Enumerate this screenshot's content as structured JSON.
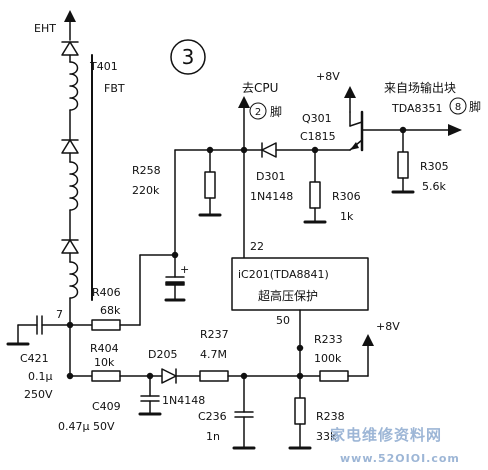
{
  "labels": {
    "eht": "EHT",
    "t401": "T401",
    "fbt": "FBT",
    "section": "3",
    "to_cpu": "去CPU",
    "to_cpu_pin_num": "2",
    "to_cpu_pin_word": "脚",
    "v8_top": "+8V",
    "q301": "Q301",
    "c1815": "C1815",
    "from_field": "来自场输出块",
    "tda8351": "TDA8351",
    "tda8351_pin_num": "8",
    "tda8351_pin_word": "脚",
    "r258": "R258",
    "r258_val": "220k",
    "d301": "D301",
    "d301_val": "1N4148",
    "r306": "R306",
    "r306_val": "1k",
    "r305": "R305",
    "r305_val": "5.6k",
    "pin22": "22",
    "ic201": "iC201(TDA8841)",
    "ic201_desc": "超高压保护",
    "r406": "R406",
    "r406_val": "68k",
    "pin7": "7",
    "pin50": "50",
    "r233": "R233",
    "r233_val": "100k",
    "v8_right": "+8V",
    "c421": "C421",
    "c421_val1": "0.1μ",
    "c421_val2": "250V",
    "r404": "R404",
    "r404_val": "10k",
    "d205": "D205",
    "d205_val": "1N4148",
    "r237": "R237",
    "r237_val": "4.7M",
    "c409": "C409",
    "c409_val": "0.47μ 50V",
    "c236": "C236",
    "c236_val": "1n",
    "r238": "R238",
    "r238_val": "33k",
    "cap_plus": "+"
  },
  "watermark": {
    "text": "家电维修资料网",
    "url": "www.52OIOI.com"
  }
}
